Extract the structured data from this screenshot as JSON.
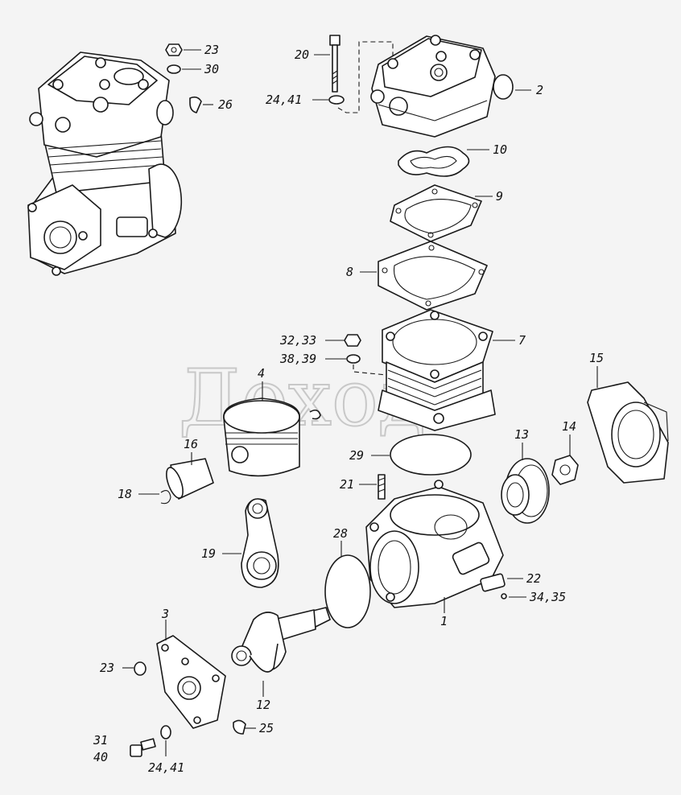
{
  "diagram": {
    "watermark": "Доход",
    "callouts": [
      {
        "id": "c23a",
        "text": "23"
      },
      {
        "id": "c30",
        "text": "30"
      },
      {
        "id": "c26",
        "text": "26"
      },
      {
        "id": "c20",
        "text": "20"
      },
      {
        "id": "c2441a",
        "text": "24,41"
      },
      {
        "id": "c2",
        "text": "2"
      },
      {
        "id": "c10",
        "text": "10"
      },
      {
        "id": "c9",
        "text": "9"
      },
      {
        "id": "c8",
        "text": "8"
      },
      {
        "id": "c3233",
        "text": "32,33"
      },
      {
        "id": "c7",
        "text": "7"
      },
      {
        "id": "c3839",
        "text": "38,39"
      },
      {
        "id": "c4",
        "text": "4"
      },
      {
        "id": "c15",
        "text": "15"
      },
      {
        "id": "c16",
        "text": "16"
      },
      {
        "id": "c13",
        "text": "13"
      },
      {
        "id": "c14",
        "text": "14"
      },
      {
        "id": "c29",
        "text": "29"
      },
      {
        "id": "c18",
        "text": "18"
      },
      {
        "id": "c21",
        "text": "21"
      },
      {
        "id": "c28",
        "text": "28"
      },
      {
        "id": "c19",
        "text": "19"
      },
      {
        "id": "c22",
        "text": "22"
      },
      {
        "id": "c3435",
        "text": "34,35"
      },
      {
        "id": "c1",
        "text": "1"
      },
      {
        "id": "c3",
        "text": "3"
      },
      {
        "id": "c23b",
        "text": "23"
      },
      {
        "id": "c12",
        "text": "12"
      },
      {
        "id": "c25",
        "text": "25"
      },
      {
        "id": "c31",
        "text": "31"
      },
      {
        "id": "c40",
        "text": "40"
      },
      {
        "id": "c2441b",
        "text": "24,41"
      }
    ]
  }
}
